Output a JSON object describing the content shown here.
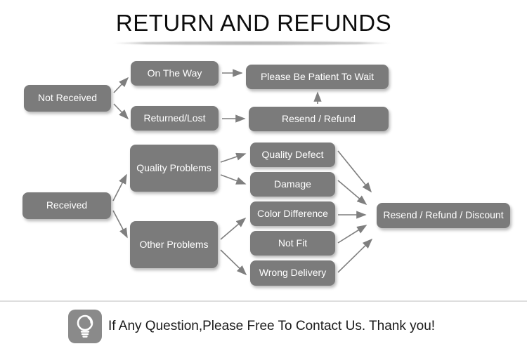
{
  "title": "RETURN AND REFUNDS",
  "flowchart": {
    "nodes": [
      {
        "id": "not-received",
        "label": "Not Received"
      },
      {
        "id": "on-the-way",
        "label": "On The Way"
      },
      {
        "id": "returned-lost",
        "label": "Returned/Lost"
      },
      {
        "id": "please-be-patient",
        "label": "Please Be Patient To Wait"
      },
      {
        "id": "resend-refund",
        "label": "Resend / Refund"
      },
      {
        "id": "received",
        "label": "Received"
      },
      {
        "id": "quality-problems",
        "label": "Quality Problems"
      },
      {
        "id": "other-problems",
        "label": "Other Problems"
      },
      {
        "id": "quality-defect",
        "label": "Quality Defect"
      },
      {
        "id": "damage",
        "label": "Damage"
      },
      {
        "id": "color-difference",
        "label": "Color Difference"
      },
      {
        "id": "not-fit",
        "label": "Not Fit"
      },
      {
        "id": "wrong-delivery",
        "label": "Wrong Delivery"
      },
      {
        "id": "resend-refund-discount",
        "label": "Resend / Refund / Discount"
      }
    ],
    "edges": [
      {
        "from": "not-received",
        "to": "on-the-way"
      },
      {
        "from": "not-received",
        "to": "returned-lost"
      },
      {
        "from": "on-the-way",
        "to": "please-be-patient"
      },
      {
        "from": "returned-lost",
        "to": "resend-refund"
      },
      {
        "from": "resend-refund",
        "to": "please-be-patient"
      },
      {
        "from": "received",
        "to": "quality-problems"
      },
      {
        "from": "received",
        "to": "other-problems"
      },
      {
        "from": "quality-problems",
        "to": "quality-defect"
      },
      {
        "from": "quality-problems",
        "to": "damage"
      },
      {
        "from": "other-problems",
        "to": "color-difference"
      },
      {
        "from": "other-problems",
        "to": "wrong-delivery"
      },
      {
        "from": "quality-defect",
        "to": "resend-refund-discount"
      },
      {
        "from": "damage",
        "to": "resend-refund-discount"
      },
      {
        "from": "color-difference",
        "to": "resend-refund-discount"
      },
      {
        "from": "not-fit",
        "to": "resend-refund-discount"
      },
      {
        "from": "wrong-delivery",
        "to": "resend-refund-discount"
      }
    ]
  },
  "footer": {
    "icon": "lightbulb-icon",
    "text": "If Any Question,Please Free To Contact Us. Thank you!"
  },
  "colors": {
    "node_bg": "#7b7b7b",
    "node_text": "#ffffff",
    "arrow": "#7f7f7f",
    "title": "#0d0d0d",
    "divider": "#dedede",
    "icon_bg": "#8a8a8a"
  }
}
